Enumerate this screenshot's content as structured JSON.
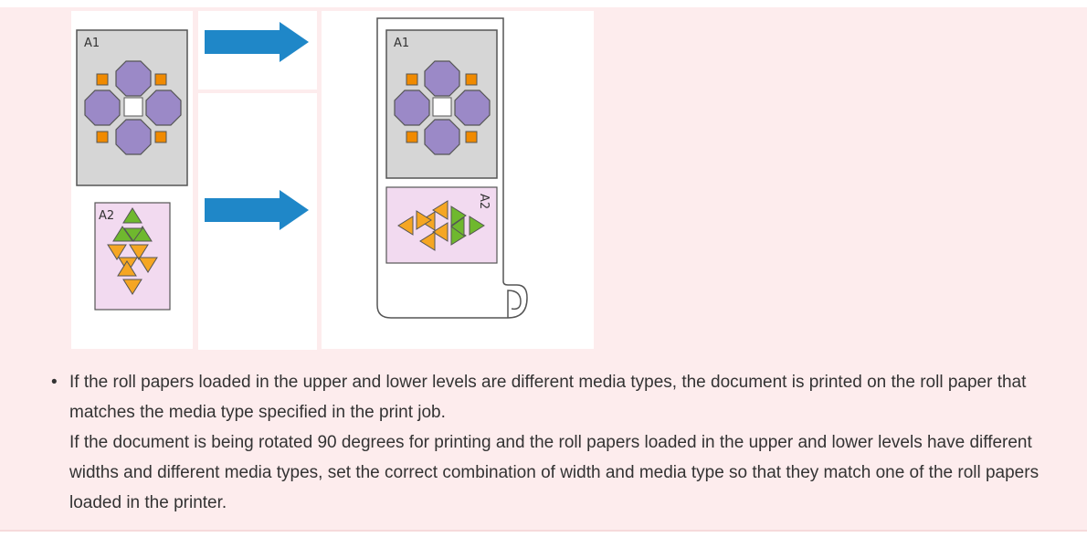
{
  "figure": {
    "label_a1": "A1",
    "label_a2": "A2",
    "colors": {
      "octagon": "#9b89c7",
      "square": "#f08a00",
      "triangle_green": "#6fb82e",
      "triangle_orange": "#f5a623",
      "arrow": "#1f87c8",
      "sheet_a1": "#d6d6d6",
      "sheet_a2": "#f2daf0"
    }
  },
  "note": {
    "bullet": "•",
    "paragraph_1": "If the roll papers loaded in the upper and lower levels are different media types, the document is printed on the roll paper that matches the media type specified in the print job.",
    "paragraph_2": "If the document is being rotated 90 degrees for printing and the roll papers loaded in the upper and lower levels have different widths and different media types, set the correct combination of width and media type so that they match one of the roll papers loaded in the printer."
  }
}
